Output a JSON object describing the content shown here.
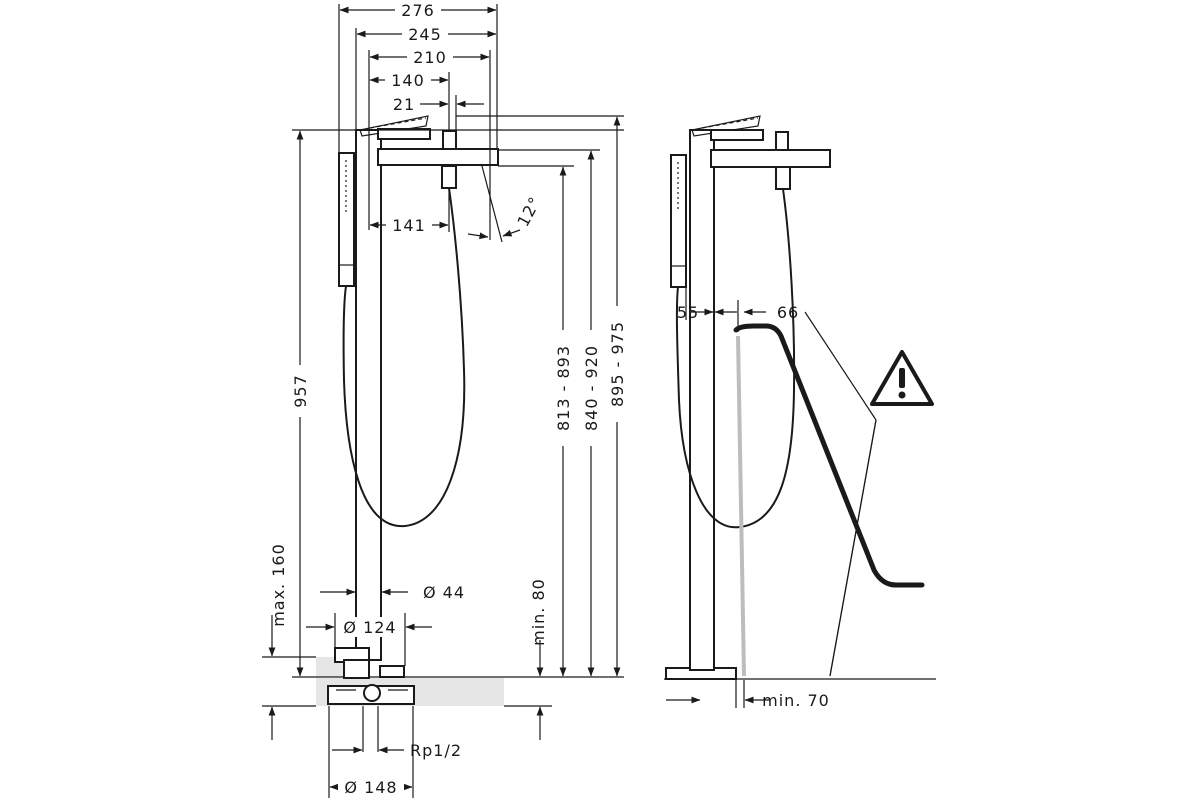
{
  "dimensions": {
    "top_width_276": "276",
    "top_width_245": "245",
    "top_width_210": "210",
    "top_width_140": "140",
    "offset_21": "21",
    "spout_141": "141",
    "angle_12": "12°",
    "height_957": "957",
    "max_160": "max. 160",
    "dia_44": "Ø 44",
    "dia_124": "Ø 124",
    "dia_148": "Ø 148",
    "thread": "Rp1/2",
    "min_80": "min. 80",
    "range_813_893": "813 - 893",
    "range_840_920": "840 - 920",
    "range_895_975": "895 - 975",
    "gap_55": "55",
    "gap_66": "66",
    "min_70": "min. 70"
  },
  "icons": {
    "warning": "warning-triangle-icon"
  }
}
